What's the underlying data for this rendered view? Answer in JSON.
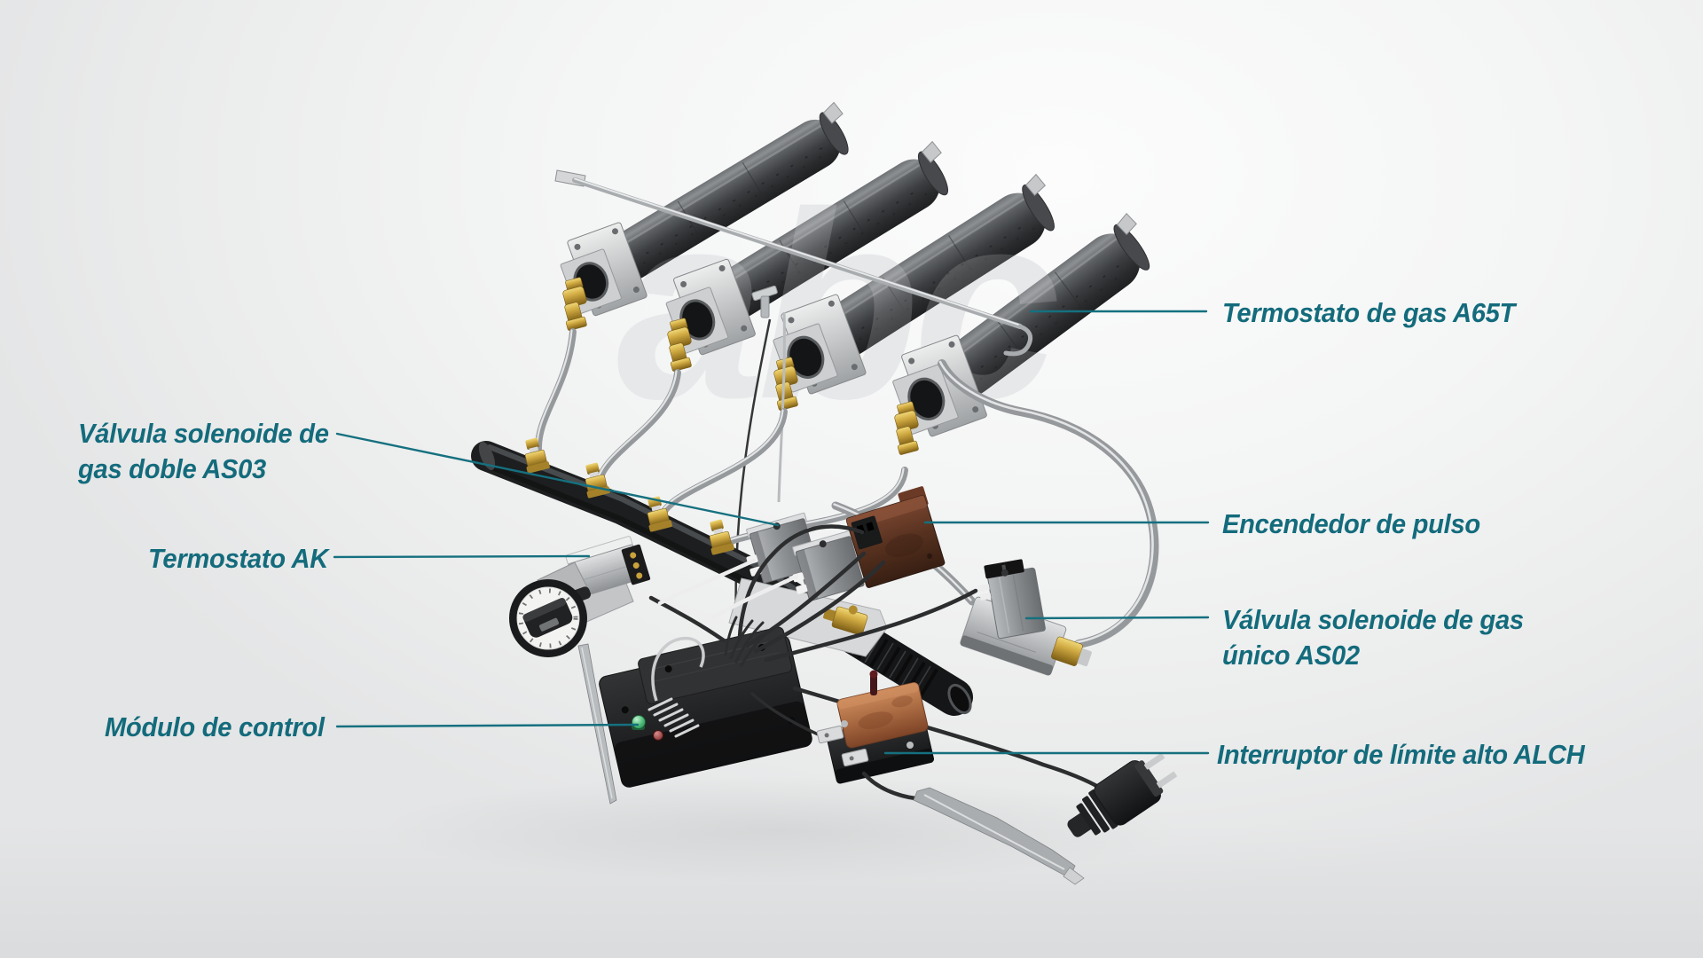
{
  "watermark": "abc",
  "theme": {
    "accent_text": "#136b7c",
    "leader_line": "#15707f",
    "background_light": "#f8f9f9",
    "background_shade": "#e4e5e6",
    "brass": "#c9a33e",
    "steel": "#a8abad",
    "tube_dark": "#2c2d2f",
    "copper": "#a96a42",
    "led_green": "#3fae6a",
    "led_red": "#7e1f1f"
  },
  "labels": {
    "a65t": {
      "text": "Termostato de gas A65T"
    },
    "as03": {
      "line1": "Válvula solenoide de",
      "line2": "gas doble AS03"
    },
    "encendedor": {
      "text": "Encendedor de pulso"
    },
    "ak": {
      "text": "Termostato AK"
    },
    "as02": {
      "line1": "Válvula solenoide de gas",
      "line2": "único AS02"
    },
    "modulo": {
      "text": "Módulo de control"
    },
    "alch": {
      "text": "Interruptor de límite alto ALCH"
    }
  }
}
